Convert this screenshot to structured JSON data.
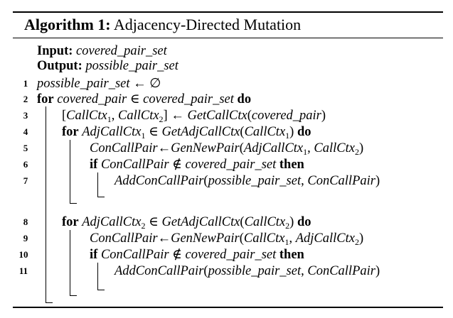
{
  "algorithm": {
    "label": "Algorithm 1:",
    "name": "Adjacency-Directed Mutation",
    "input_label": "Input:",
    "input_value": "covered_pair_set",
    "output_label": "Output:",
    "output_value": "possible_pair_set",
    "lines": [
      {
        "num": "1",
        "text": "possible_pair_set ← ∅"
      },
      {
        "num": "2",
        "text": "for covered_pair ∈ covered_pair_set do"
      },
      {
        "num": "3",
        "text": "[CallCtx1, CallCtx2] ← GetCallCtx(covered_pair)"
      },
      {
        "num": "4",
        "text": "for AdjCallCtx1 ∈ GetAdjCallCtx(CallCtx1) do"
      },
      {
        "num": "5",
        "text": "ConCallPair←GenNewPair(AdjCallCtx1, CallCtx2)"
      },
      {
        "num": "6",
        "text": "if ConCallPair ∉ covered_pair_set then"
      },
      {
        "num": "7",
        "text": "AddConCallPair(possible_pair_set, ConCallPair)"
      },
      {
        "num": "8",
        "text": "for AdjCallCtx2 ∈ GetAdjCallCtx(CallCtx2) do"
      },
      {
        "num": "9",
        "text": "ConCallPair←GenNewPair(CallCtx1, AdjCallCtx2)"
      },
      {
        "num": "10",
        "text": "if ConCallPair ∉ covered_pair_set then"
      },
      {
        "num": "11",
        "text": "AddConCallPair(possible_pair_set, ConCallPair)"
      }
    ]
  }
}
